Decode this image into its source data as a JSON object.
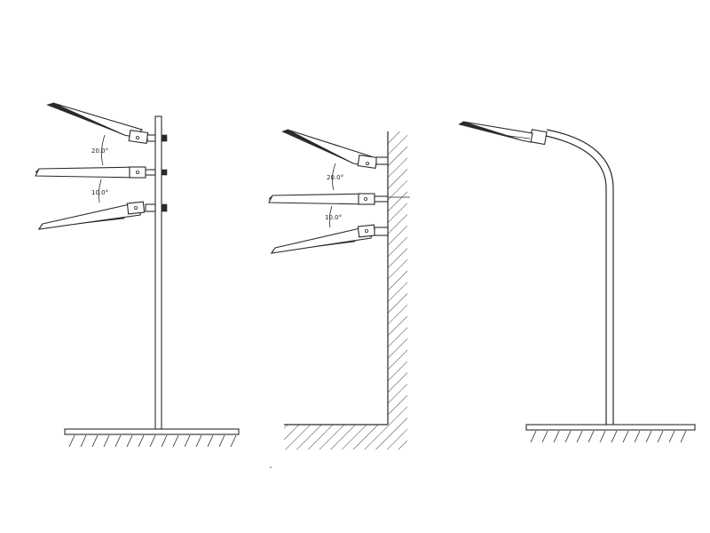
{
  "diagrams": [
    {
      "id": "pole-mount",
      "angles": [
        "20.0°",
        "10.0°"
      ]
    },
    {
      "id": "wall-mount",
      "angles": [
        "20.0°",
        "10.0°"
      ]
    },
    {
      "id": "arm-mount",
      "angles": []
    }
  ]
}
